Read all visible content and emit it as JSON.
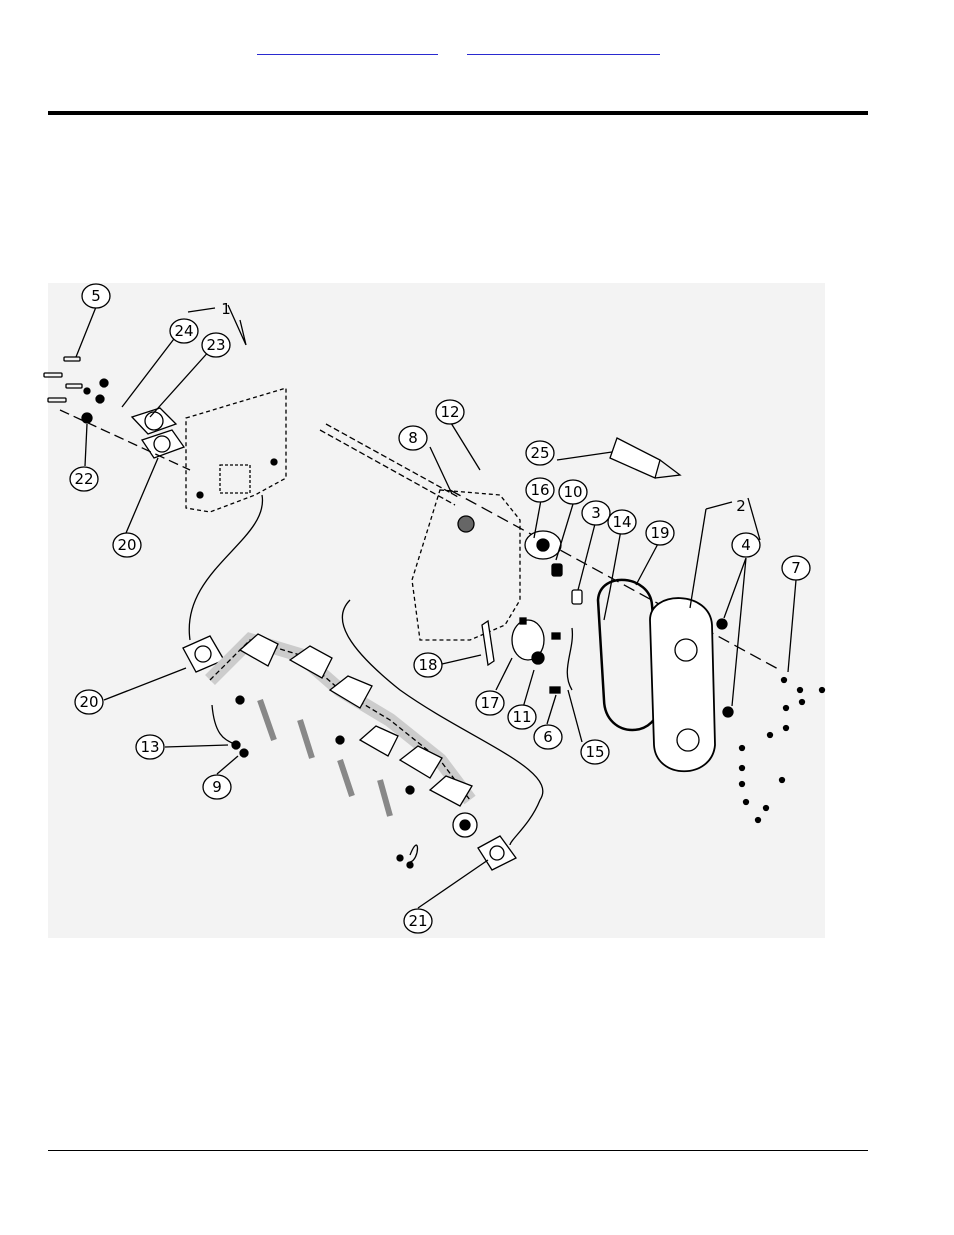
{
  "header": {
    "links": [
      "",
      ""
    ]
  },
  "figure": {
    "callouts": {
      "c1": "1",
      "c2": "2",
      "c3": "3",
      "c4": "4",
      "c5": "5",
      "c6": "6",
      "c7": "7",
      "c8": "8",
      "c9": "9",
      "c10": "10",
      "c11": "11",
      "c12": "12",
      "c13": "13",
      "c14": "14",
      "c15": "15",
      "c16": "16",
      "c17": "17",
      "c18": "18",
      "c19": "19",
      "c20a": "20",
      "c20b": "20",
      "c21": "21",
      "c22": "22",
      "c23": "23",
      "c24": "24",
      "c25": "25"
    }
  }
}
